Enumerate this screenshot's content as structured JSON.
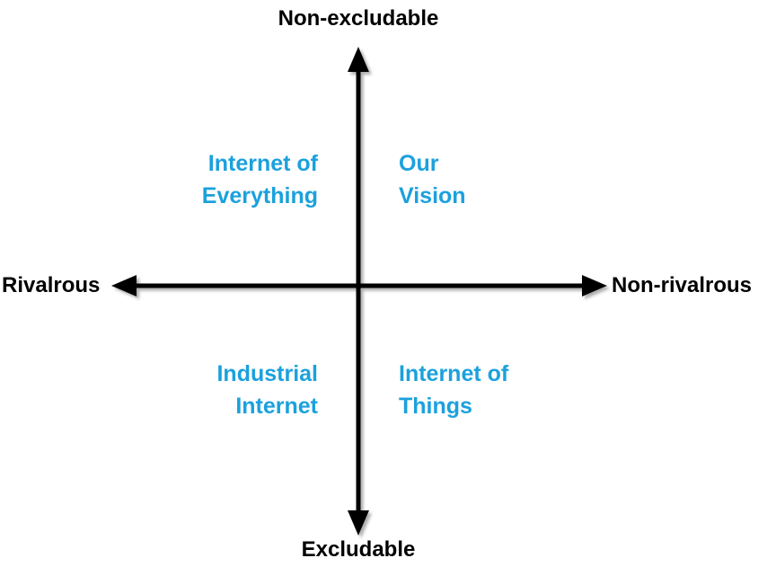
{
  "axes": {
    "top": "Non-excludable",
    "bottom": "Excludable",
    "left": "Rivalrous",
    "right": "Non-rivalrous"
  },
  "quadrants": {
    "top_left": {
      "line1": "Internet of",
      "line2": "Everything"
    },
    "top_right": {
      "line1": "Our",
      "line2": "Vision"
    },
    "bottom_left": {
      "line1": "Industrial",
      "line2": "Internet"
    },
    "bottom_right": {
      "line1": "Internet of",
      "line2": "Things"
    }
  },
  "colors": {
    "axis": "#000000",
    "quadrant_text": "#1ba1dd",
    "axis_shadow": "#9a9a9a"
  }
}
